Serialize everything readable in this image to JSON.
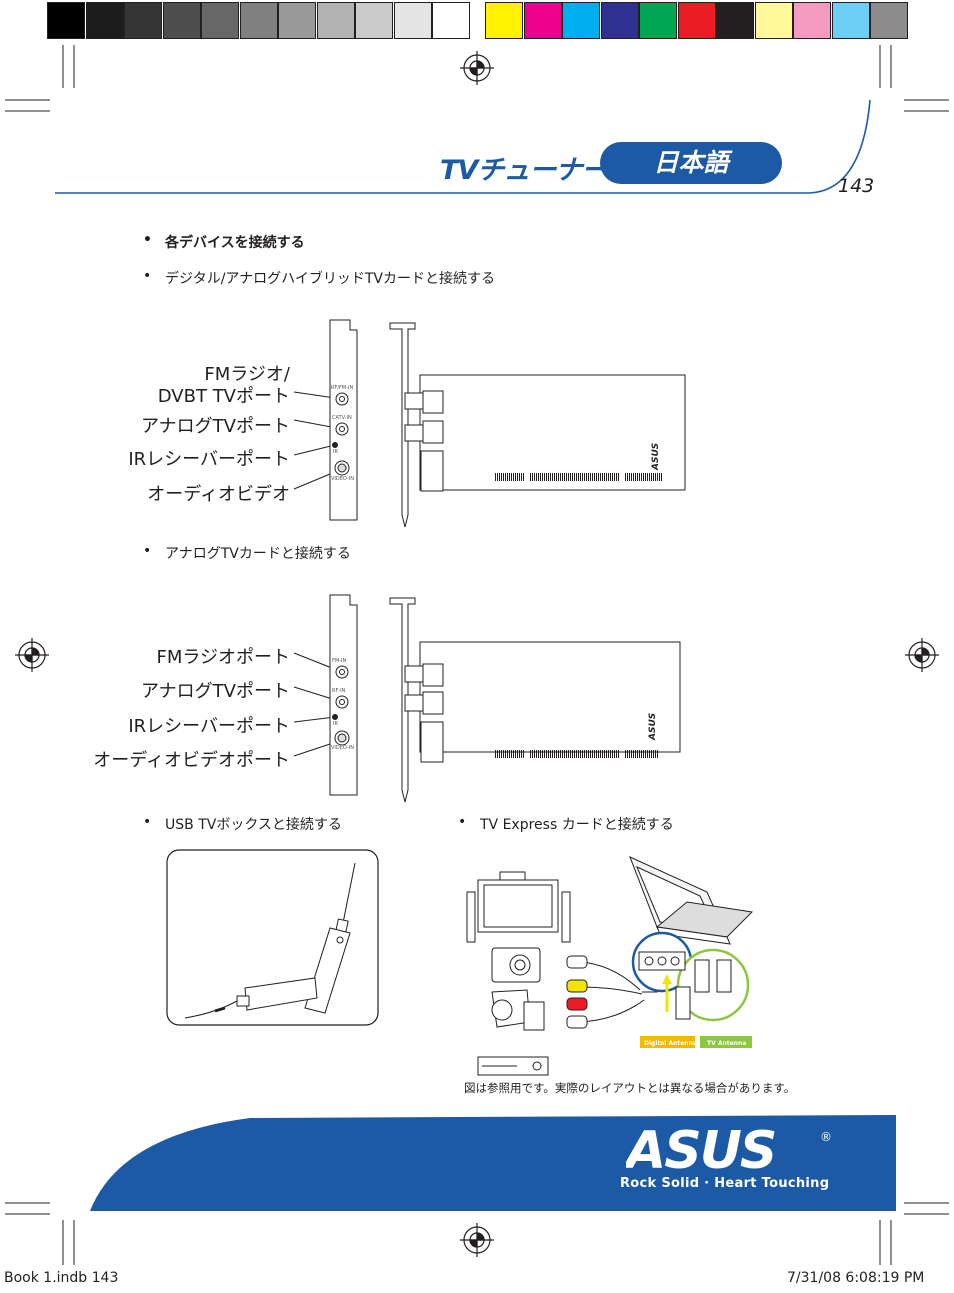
{
  "color_bar": {
    "grays": [
      "#000000",
      "#1c1c1c",
      "#353535",
      "#4e4e4e",
      "#676767",
      "#808080",
      "#999999",
      "#b2b2b2",
      "#cbcbcb",
      "#e4e4e4",
      "#ffffff"
    ],
    "colors": [
      "#fff200",
      "#ec008c",
      "#00aeef",
      "#2e3192",
      "#00a651",
      "#ed1c24",
      "#231f20",
      "#fff799",
      "#f49ac1",
      "#6dcff6",
      "#8c8c8c"
    ]
  },
  "header": {
    "title": "TVチューナー",
    "language": "日本語",
    "page_number": "143",
    "accent": "#1d5aa6"
  },
  "sections": {
    "connect_devices": "各デバイスを接続する",
    "hybrid_card": "デジタル/アナログハイブリッドTVカードと接続する",
    "analog_card": "アナログTVカードと接続する",
    "usb_box": "USB TVボックスと接続する",
    "express_card": "TV Express カードと接続する",
    "bullet": "•"
  },
  "hybrid_labels": {
    "fm_radio_line1": "FMラジオ/",
    "fm_radio_line2": "DVBT TVポート",
    "analog_tv": "アナログTVポート",
    "ir_receiver": "IRレシーバーポート",
    "audio_video": "オーディオビデオ"
  },
  "hybrid_bracket_ports": {
    "rf_fm_in": "RF/FM-IN",
    "catv_in": "CATV-IN",
    "ir": "IR",
    "video_in": "VIDEO-IN"
  },
  "analog_labels": {
    "fm_radio": "FMラジオポート",
    "analog_tv": "アナログTVポート",
    "ir_receiver": "IRレシーバーポート",
    "audio_video": "オーディオビデオポート"
  },
  "analog_bracket_ports": {
    "fm_in": "FM-IN",
    "rf_in": "RF-IN",
    "ir": "IR",
    "video_in": "VIDEO-IN"
  },
  "express_diagram": {
    "digital_antenna": "Digital Antenna",
    "tv_antenna": "TV Antenna"
  },
  "caption": "図は参照用です。実際のレイアウトとは異なる場合があります。",
  "brand": {
    "logo_text": "ASUS",
    "registered": "®",
    "slogan": "Rock Solid · Heart Touching",
    "band_color": "#1d5aa6"
  },
  "footer": {
    "file": "Book 1.indb   143",
    "timestamp": "7/31/08   6:08:19 PM"
  }
}
